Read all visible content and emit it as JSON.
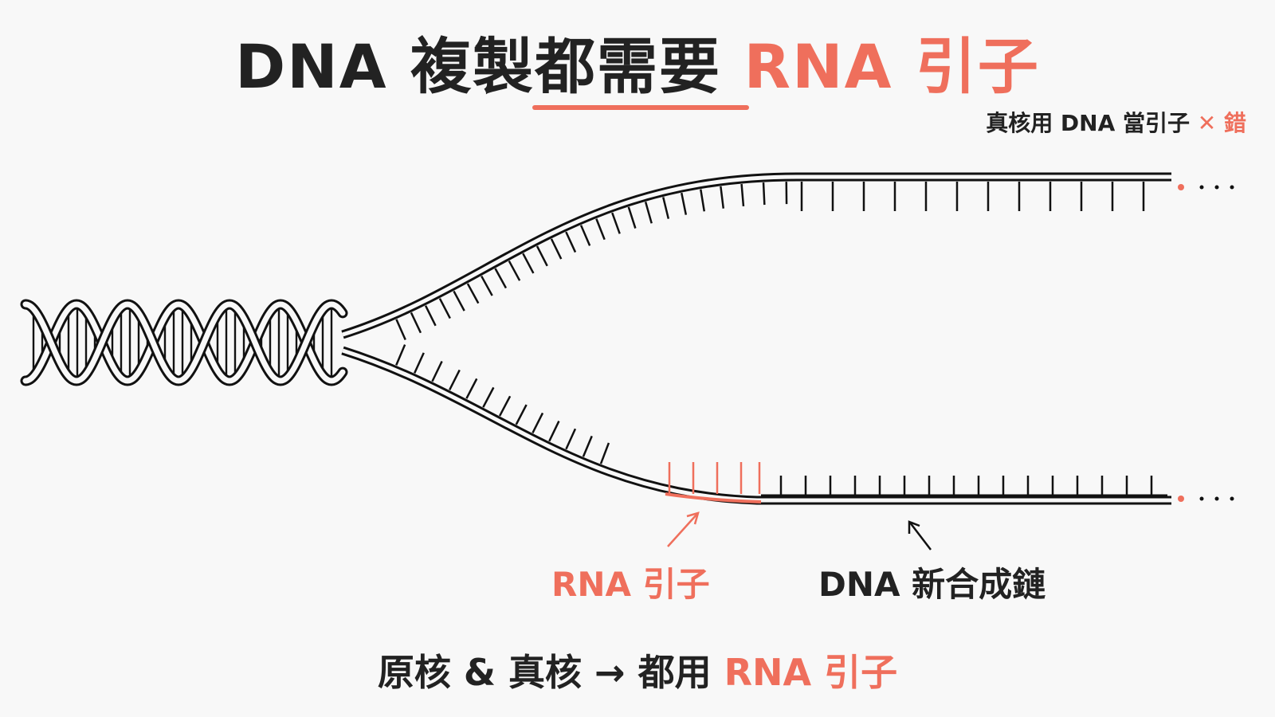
{
  "title": {
    "main": "DNA 複製都需要",
    "accent": "RNA 引子"
  },
  "note": {
    "text": "真核用 DNA 當引子",
    "mark": "✕ 錯"
  },
  "labels": {
    "rna_primer": "RNA 引子",
    "dna_new_strand": "DNA 新合成鏈"
  },
  "bottom": {
    "text": "原核 & 真核 → 都用",
    "accent": "RNA 引子"
  },
  "colors": {
    "accent": "#ef6f5c",
    "ink": "#111111",
    "background": "#f8f8f8"
  }
}
